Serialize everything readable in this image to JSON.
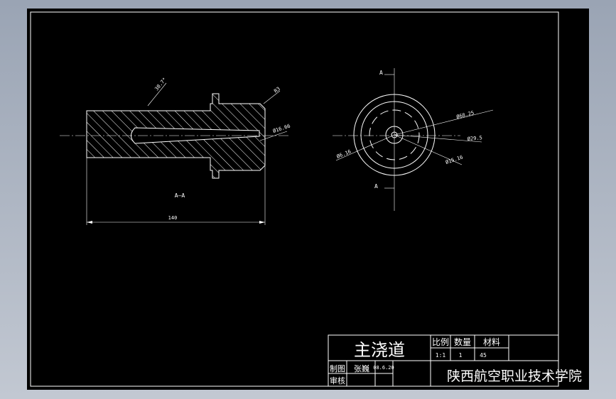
{
  "drawing": {
    "section_view": {
      "section_label": "A—A",
      "length_dim": "140",
      "taper_label": "30.7°",
      "chamfer_label": "R3",
      "outlet_label": "Ø16.66"
    },
    "end_view": {
      "section_mark_top": "A",
      "section_mark_bottom": "A",
      "dim_outer": "Ø68.25",
      "dim_mid": "Ø29.5",
      "dim_inner": "Ø15.16",
      "dim_left": "Ø6.16"
    }
  },
  "title_block": {
    "part_name": "主浇道",
    "scale_header": "比例",
    "quantity_header": "数量",
    "material_header": "材料",
    "scale_value": "1:1",
    "quantity_value": "1",
    "material_value": "45",
    "drawn_label": "制图",
    "checked_label": "审核",
    "drawer_name": "张巍",
    "date": "08.6.20",
    "school": "陕西航空职业技术学院"
  },
  "colors": {
    "line": "#ffffff",
    "hatch": "#ffffff",
    "background": "#000000"
  }
}
